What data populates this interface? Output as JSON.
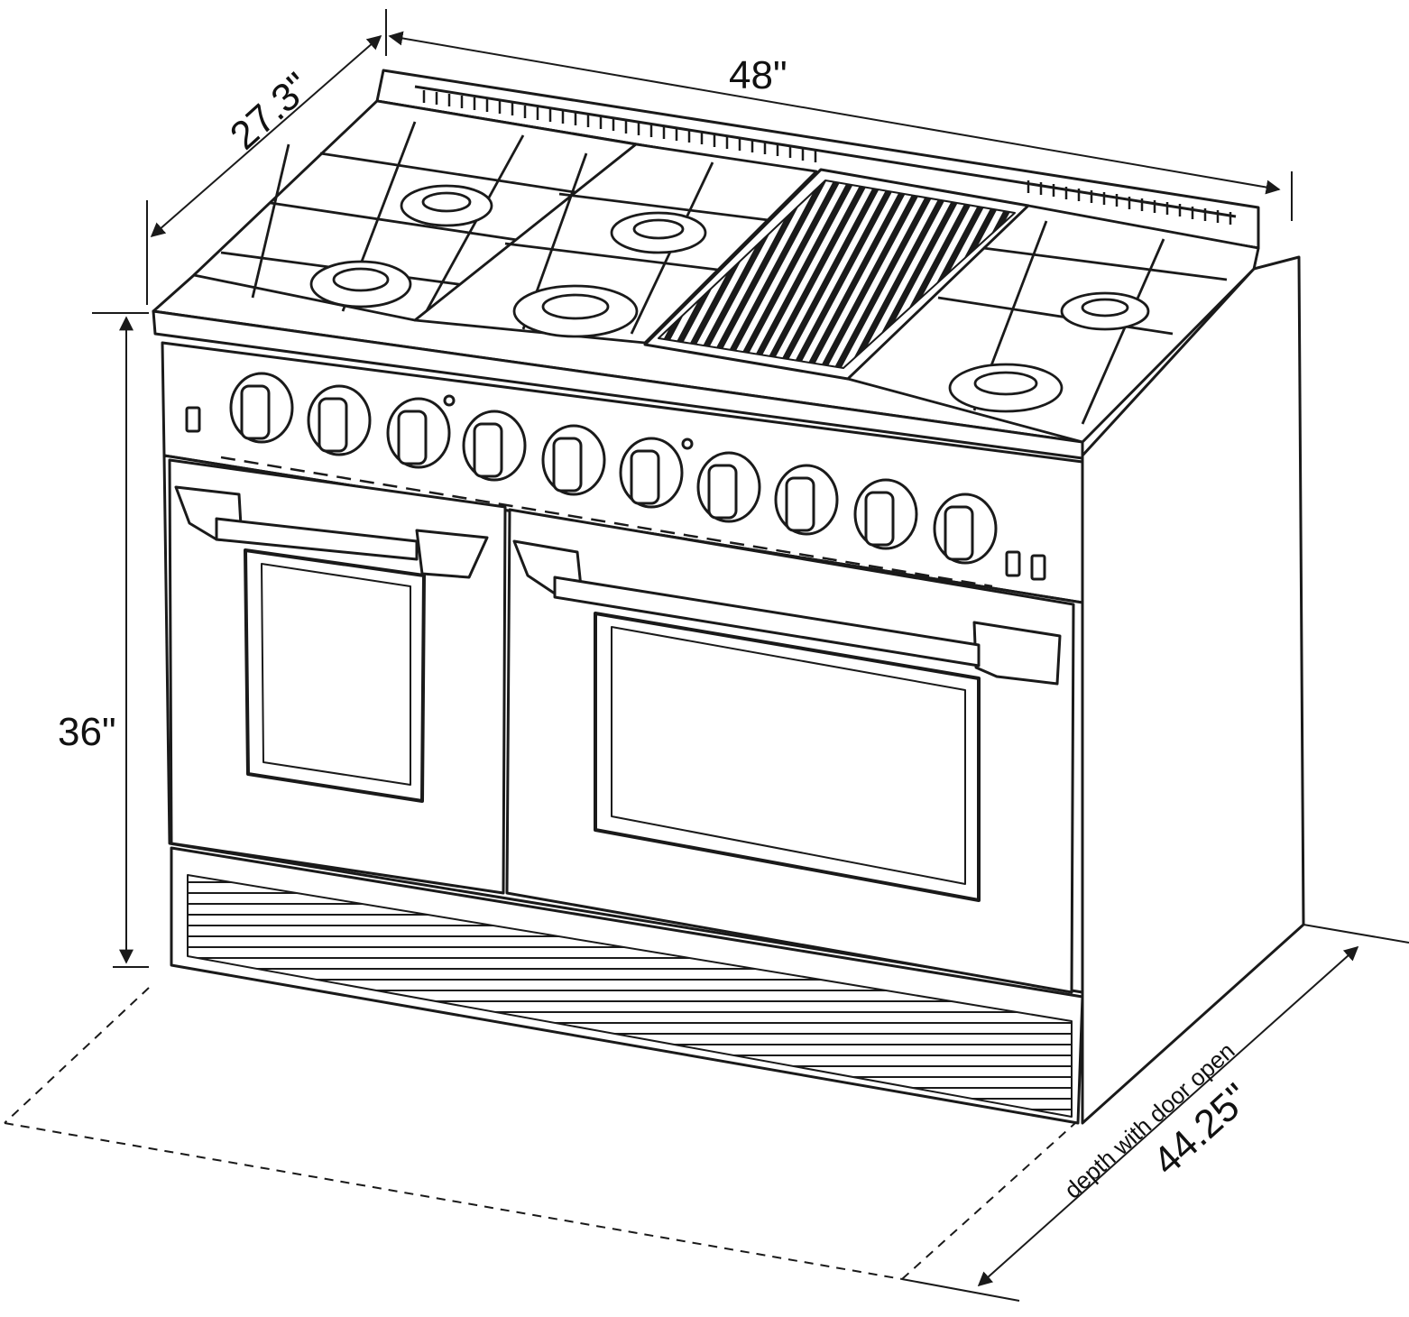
{
  "dimensions": {
    "width": "48\"",
    "depth": "27.3\"",
    "height": "36\"",
    "depth_door_open_value": "44.25\"",
    "depth_door_open_caption": "depth with door open"
  },
  "colors": {
    "line": "#1a1a1a",
    "background": "#ffffff"
  }
}
